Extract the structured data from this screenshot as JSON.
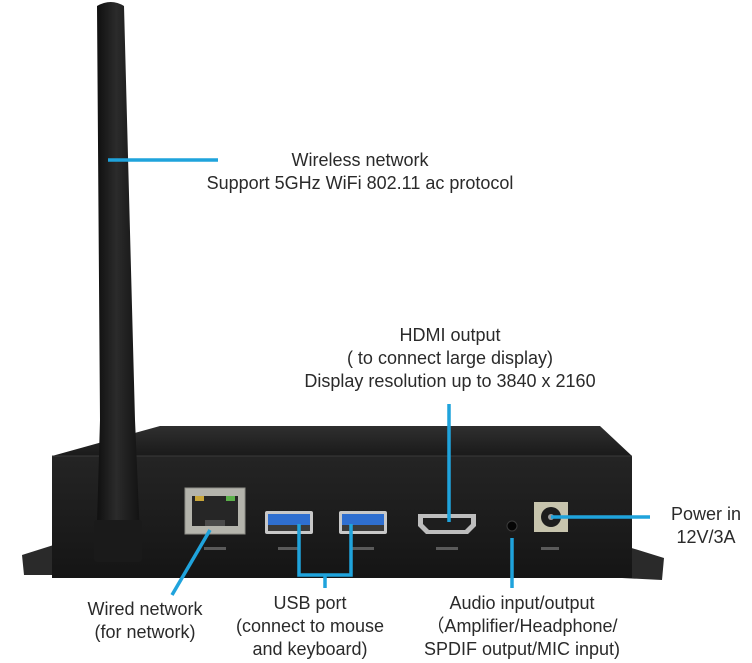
{
  "callouts": {
    "wireless": {
      "title": "Wireless network",
      "detail": "Support 5GHz WiFi 802.11 ac protocol"
    },
    "hdmi": {
      "line1": "HDMI output",
      "line2": "( to connect large display)",
      "line3": "Display resolution up to 3840 x 2160"
    },
    "power": {
      "line1": "Power in",
      "line2": "12V/3A"
    },
    "wired": {
      "line1": "Wired network",
      "line2": "(for network)"
    },
    "usb": {
      "line1": "USB port",
      "line2": "(connect to mouse",
      "line3": "and keyboard)"
    },
    "audio": {
      "line1": "Audio input/output",
      "line2": "（Amplifier/Headphone/",
      "line3": "SPDIF output/MIC input)"
    }
  },
  "colors": {
    "leader": "#1fa3dc",
    "text": "#2a2a2a",
    "device_body": "#1c1c1c",
    "usb_blue": "#2f6fd0"
  }
}
